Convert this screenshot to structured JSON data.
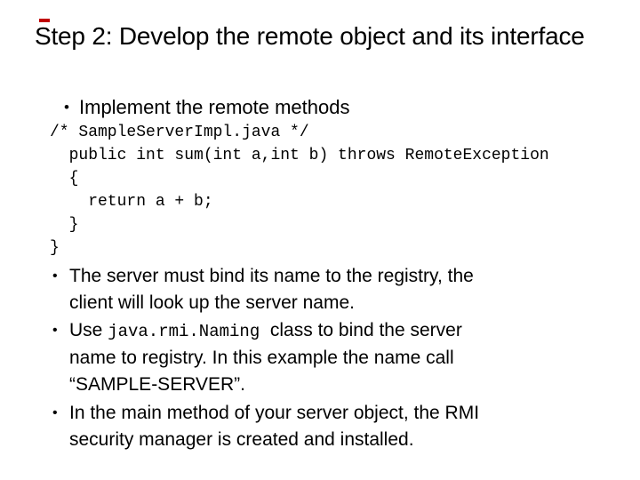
{
  "slide": {
    "title": "Step 2: Develop the remote object and its interface",
    "decoration": {
      "red_dash_color": "#c00000"
    },
    "bullet_marker": "•",
    "implement_bullet": {
      "text": "Implement the remote methods"
    },
    "code": "/* SampleServerImpl.java */\n  public int sum(int a,int b) throws RemoteException\n  {\n    return a + b;\n  }\n}",
    "bullets": [
      {
        "text": "The server must bind its name to the registry, the\nclient will look up the server name."
      },
      {
        "prefix": "Use ",
        "mono": "java.rmi.Naming",
        "suffix": "  class to bind the server\nname to registry. In this example the name call\n“SAMPLE-SERVER”."
      },
      {
        "text": "In the main method of your server object, the RMI\nsecurity manager is created and installed."
      }
    ]
  }
}
